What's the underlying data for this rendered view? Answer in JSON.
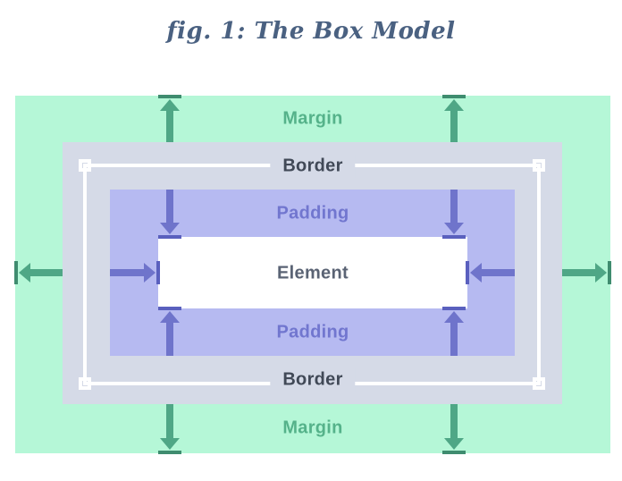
{
  "figure": {
    "title": "fig. 1: The Box Model"
  },
  "diagram": {
    "labels": {
      "margin": "Margin",
      "border": "Border",
      "padding": "Padding",
      "element": "Element"
    }
  },
  "icons": {
    "margin_arrows": "outward-arrow-icon",
    "padding_arrows": "inward-arrow-icon",
    "corner_handles": "selection-handle-icon"
  },
  "colors": {
    "page_bg": "#FFFFFF",
    "title_text": "#4A6181",
    "margin_bg": "#B5F7D7",
    "border_bg": "#D5DAE7",
    "padding_bg": "#B6BAF1",
    "element_bg": "#FFFFFF",
    "border_line": "#FFFFFF",
    "margin_label_text": "#55B28A",
    "border_label_text": "#414957",
    "padding_label_text": "#7176CF",
    "element_label_text": "#5A6374",
    "margin_arrow": "#4FA786",
    "margin_arrow_tick": "#3F8C6F",
    "padding_arrow": "#6F74CB",
    "padding_arrow_tick": "#5A60BE"
  }
}
